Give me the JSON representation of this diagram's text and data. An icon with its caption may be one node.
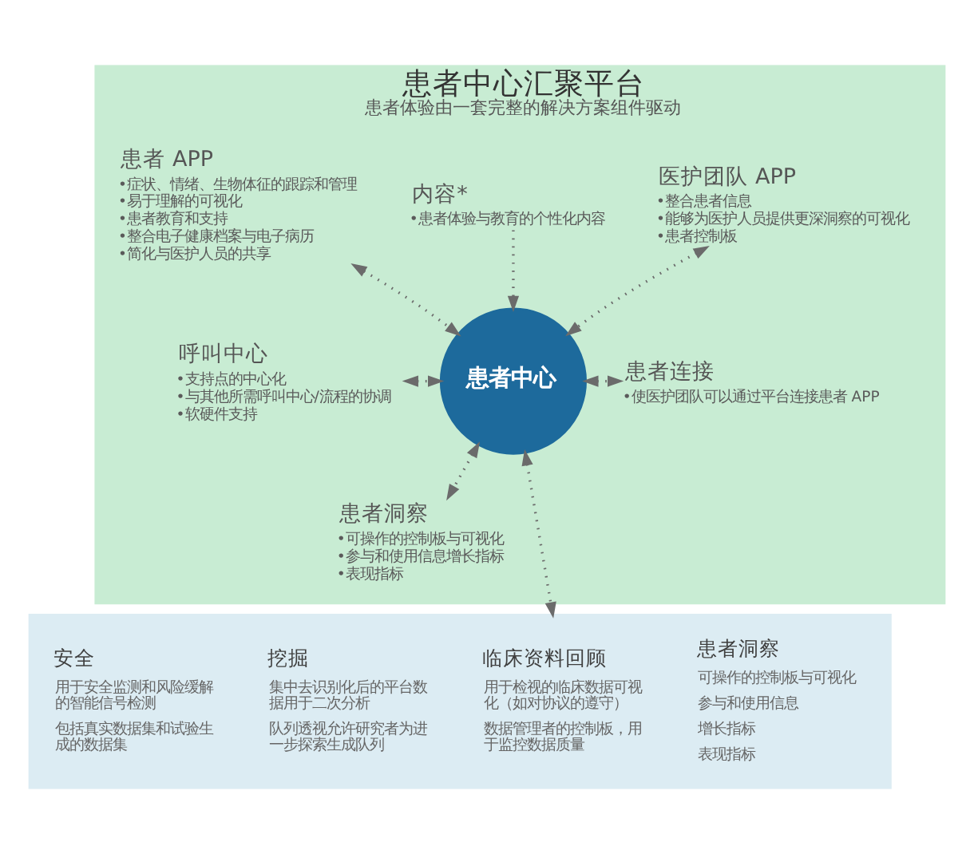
{
  "diagram": {
    "nodes": [
      {
        "text": [
          "患者中心汇聚平台",
          "患者体验由一套完整的解决方案组件驱动"
        ]
      },
      {
        "text": [
          "内容*",
          "•患者体验与教育的个性化内容"
        ],
        "in": 0
      },
      {
        "text": [
          "患者 APP",
          "•症状、情绪、生物体征的跟踪和管理",
          "•易于理解的可视化",
          "•患者教育和支持",
          "•整合电子健康档案与电子病历",
          "•简化与医护人员的共享"
        ],
        "in": 0
      },
      {
        "text": [
          "医护团队 APP",
          "•整合患者信息",
          "•能够为医护人员提供更深洞察的可视化",
          "•患者控制板"
        ],
        "in": 0
      },
      {
        "text": [
          "患者连接",
          "•使医护团队可以通过平台连接患者 APP"
        ],
        "in": 0
      },
      {
        "text": [
          "患者中心"
        ],
        "in": 0
      },
      {
        "text": [
          "呼叫中心",
          "•支持点的中心化",
          "•与其他所需呼叫中心/流程的协调",
          "•软硬件支持"
        ],
        "in": 0
      },
      {
        "text": [
          "患者洞察",
          "•可操作的控制板与可视化",
          "•参与和使用信息增长指标",
          "•表现指标"
        ],
        "in": 0
      },
      {
        "text": [],
        "shape": "box"
      },
      {
        "text": [
          "安全",
          "用于安全监测和风险缓解的智能信号检测",
          "包括真实数据集和试验生成的数据集"
        ],
        "in": 8
      },
      {
        "text": [
          "挖掘",
          "集中去识别化后的平台数据用于二次分析",
          "队列透视允许研究者为进一步探索生成队列"
        ],
        "in": 8
      },
      {
        "text": [
          "临床资料回顾",
          "用于检视的临床数据可视化（如对协议的遵守）",
          "数据管理者的控制板，用于监控数据质量"
        ],
        "in": 8
      },
      {
        "text": [
          "患者洞察",
          "可操作的控制板与可视化",
          "参与和使用信息",
          "增长指标",
          "表现指标"
        ],
        "in": 8
      }
    ],
    "edges": [
      {
        "from": 1,
        "to": 5,
        "arrow": "to"
      },
      {
        "from": 2,
        "to": 5,
        "arrow": "both"
      },
      {
        "from": 3,
        "to": 5,
        "arrow": "both"
      },
      {
        "from": 5,
        "to": 4,
        "arrow": "both"
      },
      {
        "from": 6,
        "to": 5,
        "arrow": "both"
      },
      {
        "from": 5,
        "to": 7,
        "arrow": "both"
      },
      {
        "from": 5,
        "to": 8,
        "arrow": "both"
      }
    ]
  }
}
